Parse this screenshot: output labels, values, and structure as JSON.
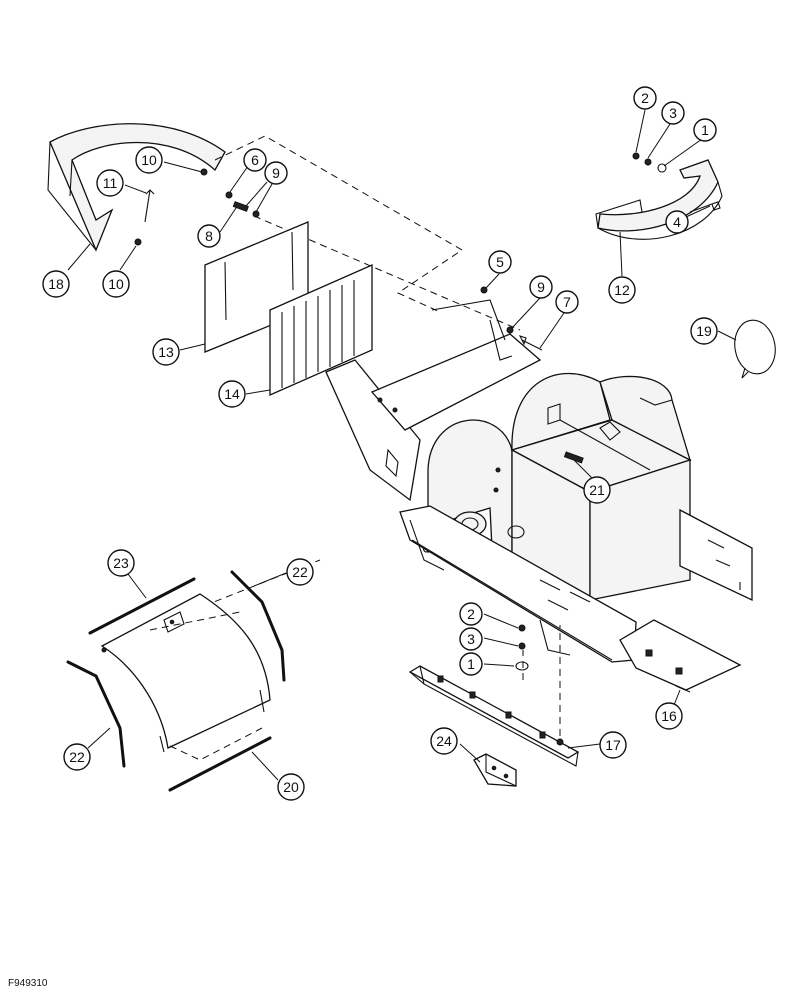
{
  "figure_code": "F949310",
  "callouts": [
    {
      "id": "c18",
      "label": "18"
    },
    {
      "id": "c10a",
      "label": "10"
    },
    {
      "id": "c11",
      "label": "11"
    },
    {
      "id": "c10b",
      "label": "10"
    },
    {
      "id": "c6",
      "label": "6"
    },
    {
      "id": "c9a",
      "label": "9"
    },
    {
      "id": "c8",
      "label": "8"
    },
    {
      "id": "c13",
      "label": "13"
    },
    {
      "id": "c14",
      "label": "14"
    },
    {
      "id": "c5",
      "label": "5"
    },
    {
      "id": "c9b",
      "label": "9"
    },
    {
      "id": "c7",
      "label": "7"
    },
    {
      "id": "c2a",
      "label": "2"
    },
    {
      "id": "c3a",
      "label": "3"
    },
    {
      "id": "c1a",
      "label": "1"
    },
    {
      "id": "c4",
      "label": "4"
    },
    {
      "id": "c12",
      "label": "12"
    },
    {
      "id": "c19",
      "label": "19"
    },
    {
      "id": "c21",
      "label": "21"
    },
    {
      "id": "c23",
      "label": "23"
    },
    {
      "id": "c22a",
      "label": "22"
    },
    {
      "id": "c22b",
      "label": "22"
    },
    {
      "id": "c20",
      "label": "20"
    },
    {
      "id": "c2b",
      "label": "2"
    },
    {
      "id": "c3b",
      "label": "3"
    },
    {
      "id": "c1b",
      "label": "1"
    },
    {
      "id": "c16",
      "label": "16"
    },
    {
      "id": "c24",
      "label": "24"
    },
    {
      "id": "c17",
      "label": "17"
    }
  ]
}
